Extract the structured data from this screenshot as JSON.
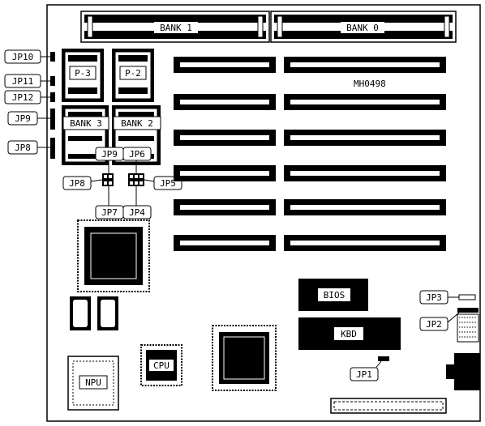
{
  "board_id": "MH0498",
  "memory": {
    "simm_banks": [
      "BANK 1",
      "BANK 0"
    ],
    "sip_banks": [
      "BANK 3",
      "BANK 2"
    ],
    "cache_modules": [
      "P-3",
      "P-2"
    ]
  },
  "chips": {
    "bios": "BIOS",
    "keyboard": "KBD",
    "cpu": "CPU",
    "npu": "NPU"
  },
  "jumpers": {
    "jp1": "JP1",
    "jp2": "JP2",
    "jp3": "JP3",
    "jp4": "JP4",
    "jp5": "JP5",
    "jp6": "JP6",
    "jp7": "JP7",
    "jp8_left": "JP8",
    "jp8_mid": "JP8",
    "jp9_left": "JP9",
    "jp9_mid": "JP9",
    "jp10": "JP10",
    "jp11": "JP11",
    "jp12": "JP12"
  }
}
